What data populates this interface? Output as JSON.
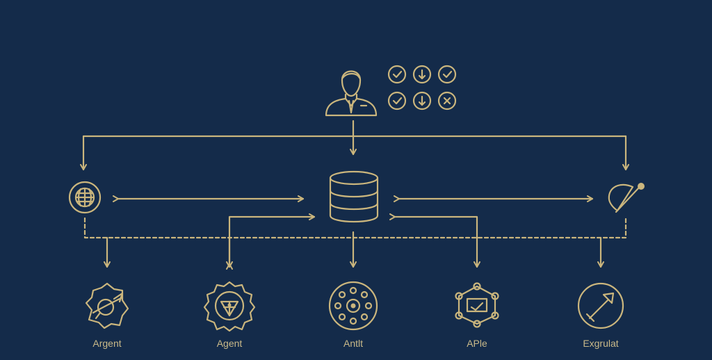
{
  "colors": {
    "background": "#142b4a",
    "line": "#cbb67d",
    "label": "#c9b989"
  },
  "top_node": {
    "icon": "businessman-icon"
  },
  "status_grid": {
    "items": [
      {
        "icon": "check-circle-icon"
      },
      {
        "icon": "down-arrow-circle-icon"
      },
      {
        "icon": "check-circle-icon"
      },
      {
        "icon": "check-circle-icon"
      },
      {
        "icon": "down-arrow-circle-icon"
      },
      {
        "icon": "x-circle-icon"
      }
    ]
  },
  "center_node": {
    "icon": "database-icon"
  },
  "side_nodes": [
    {
      "icon": "globe-icon"
    },
    {
      "icon": "magnifier-icon"
    }
  ],
  "bottom_nodes": [
    {
      "icon": "rocket-planet-icon",
      "label": "Argent"
    },
    {
      "icon": "gear-badge-icon",
      "label": "Agent"
    },
    {
      "icon": "circle-network-icon",
      "label": "Antlt"
    },
    {
      "icon": "node-cluster-icon",
      "label": "APle"
    },
    {
      "icon": "compass-arrow-icon",
      "label": "Exgrulat"
    }
  ]
}
